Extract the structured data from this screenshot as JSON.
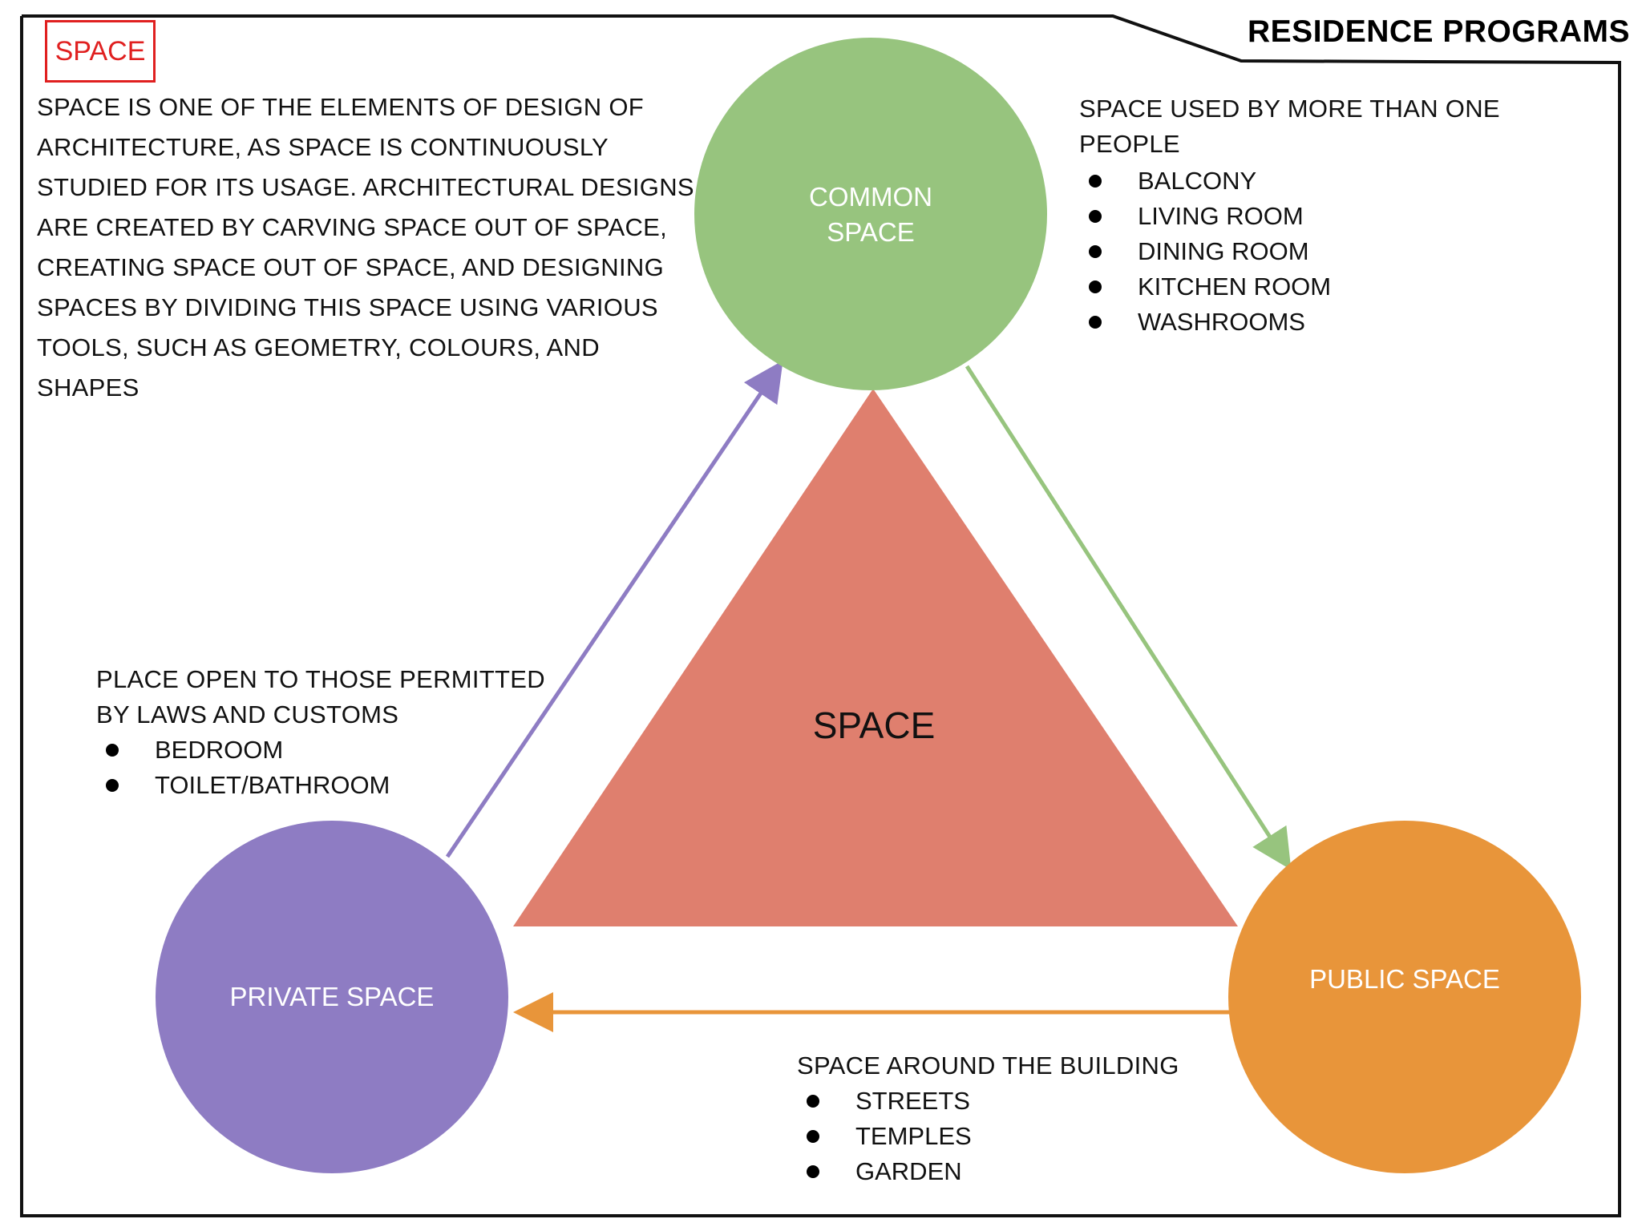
{
  "title": "RESIDENCE PROGRAMS",
  "space_tag": "SPACE",
  "intro_lines": [
    "SPACE IS ONE OF THE ELEMENTS OF DESIGN OF",
    "ARCHITECTURE, AS SPACE IS CONTINUOUSLY",
    "STUDIED FOR ITS USAGE. ARCHITECTURAL DESIGNS",
    "ARE CREATED BY CARVING SPACE OUT OF SPACE,",
    "CREATING SPACE OUT OF SPACE, AND DESIGNING",
    "SPACES BY DIVIDING THIS SPACE USING VARIOUS",
    "TOOLS, SUCH AS GEOMETRY, COLOURS, AND",
    "SHAPES"
  ],
  "center_label": "SPACE",
  "nodes": {
    "common": {
      "label_line1": "COMMON",
      "label_line2": "SPACE",
      "color": "#97c47e"
    },
    "private": {
      "label": "PRIVATE SPACE",
      "color": "#8e7cc3"
    },
    "public": {
      "label": "PUBLIC SPACE",
      "color": "#e8953a"
    }
  },
  "triangle_color": "#df7f6e",
  "common_desc": {
    "line1": "SPACE USED BY MORE THAN ONE",
    "line2": "PEOPLE",
    "items": [
      "BALCONY",
      "LIVING ROOM",
      "DINING ROOM",
      "KITCHEN ROOM",
      "WASHROOMS"
    ]
  },
  "private_desc": {
    "line1": "PLACE OPEN TO THOSE PERMITTED",
    "line2": "BY LAWS AND CUSTOMS",
    "items": [
      "BEDROOM",
      "TOILET/BATHROOM"
    ]
  },
  "public_desc": {
    "line1": "SPACE AROUND THE BUILDING",
    "items": [
      "STREETS",
      "TEMPLES",
      "GARDEN"
    ]
  }
}
